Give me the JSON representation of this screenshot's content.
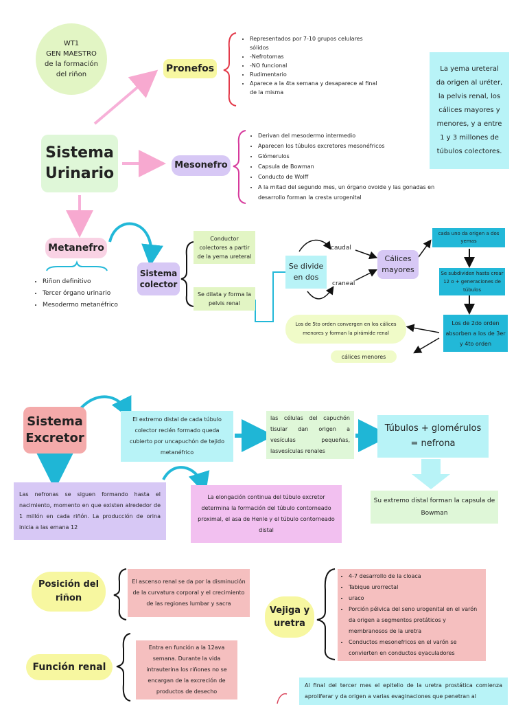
{
  "wt": {
    "line1": "WT1",
    "line2": "GEN MAESTRO",
    "line3": "de la formación",
    "line4": "del riñon"
  },
  "pronefos": {
    "title": "Pronefos",
    "items": [
      "Representados por 7-10 grupos celulares sólidos",
      "-Nefrotomas",
      "-NO funcional",
      "Rudimentario",
      "Aparece a la 4ta semana y desaparece al final de la misma"
    ]
  },
  "yema_box": "La yema ureteral da origen al uréter, la pelvis renal, los cálices mayores y menores, y a entre 1 y 3 millones de túbulos colectores.",
  "sistema_urinario": {
    "line1": "Sistema",
    "line2": "Urinario"
  },
  "mesonefro": {
    "title": "Mesonefro",
    "items": [
      "Derivan del mesodermo intermedio",
      "Aparecen los túbulos excretores mesonéfricos",
      "Glómerulos",
      "Capsula de Bowman",
      "Conducto de Wolff",
      "A la mitad del segundo mes, un órgano ovoide y las gonadas en desarrollo forman la cresta urogenital"
    ]
  },
  "metanefro": {
    "title": "Metanefro",
    "items": [
      "Riñon definitivo",
      "Tercer órgano urinario",
      "Mesodermo metanéfrico"
    ]
  },
  "sistema_colector": {
    "line1": "Sistema",
    "line2": "colector"
  },
  "conductor_box": "Conductor colectores a partir de la yema ureteral",
  "dilata_box": "Se dilata y forma la pelvis renal",
  "divide": {
    "text": "Se divide en dos",
    "caudal": "caudal",
    "craneal": "craneal"
  },
  "calices_mayores": "Cálices mayores",
  "cada_uno": "cada uno da origen a dos yemas",
  "subdividen": "Se subdividen hasta crear 12 o + generaciones de túbulos",
  "segundo_orden": "Los de 2do orden absorben a los de 3er y 4to orden",
  "quinto_orden": "Los de 5to orden convergen en los cálices menores y forman la pirámide renal",
  "calices_menores": "cálices menores",
  "sistema_excretor": {
    "line1": "Sistema",
    "line2": "Excretor"
  },
  "extremo_box": "El extremo distal de cada túbulo colector recién formado queda cubierto por uncapuchón de tejido metanéfrico",
  "celulas_box": "las células del capuchón tisular dan origen a vesículas pequeñas, lasvesículas renales",
  "tubulos_box": "Túbulos + glomérulos = nefrona",
  "nefronas_box": "Las nefronas se siguen formando hasta el nacimiento, momento en que existen alrededor de 1 millón en cada riñón. La producción de orina inicia a las emana  12",
  "elongacion_box": "La elongación continua del túbulo excretor determina la formación del túbulo contorneado proximal, el asa de Henle y el túbulo contorneado distal",
  "capsula_box": "Su extremo distal forman la capsula de Bowman",
  "posicion": {
    "title_line1": "Posición del",
    "title_line2": "riñon",
    "text": "El ascenso renal se da por la disminución de la curvatura  corporal y el crecimiento de las regiones lumbar  y sacra"
  },
  "funcion": {
    "title": "Función renal",
    "text": "Entra en función a la 12ava semana.  Durante la vida intrauterina los riñones no se encargan de la excreción de productos de desecho"
  },
  "vejiga": {
    "title_line1": "Vejiga y",
    "title_line2": "uretra",
    "items": [
      "4-7 desarrollo de la cloaca",
      "Tabique urorrectal",
      "uraco",
      "Porción pélvica del seno urogenital en el varón da origen a segmentos protáticos y membranosos de la uretra",
      "Conductos mesonefricos en el varón se convierten en conductos eyaculadores"
    ]
  },
  "final_box": "Al final del tercer mes el epitelio de la uretra prostática comienza aproliferar y da origen a varias evaginaciones que penetran al",
  "colors": {
    "pink": "#f4b8c8",
    "green": "#e2f5c4",
    "mint": "#dff7d8",
    "cyan": "#b8f3f7",
    "lilac": "#d7c8f5",
    "yellow": "#f7f7a0",
    "salmon": "#f5bfbf",
    "red": "#e33a4a",
    "magenta": "#d63a9c",
    "blue": "#22b8d8",
    "black": "#111111"
  }
}
